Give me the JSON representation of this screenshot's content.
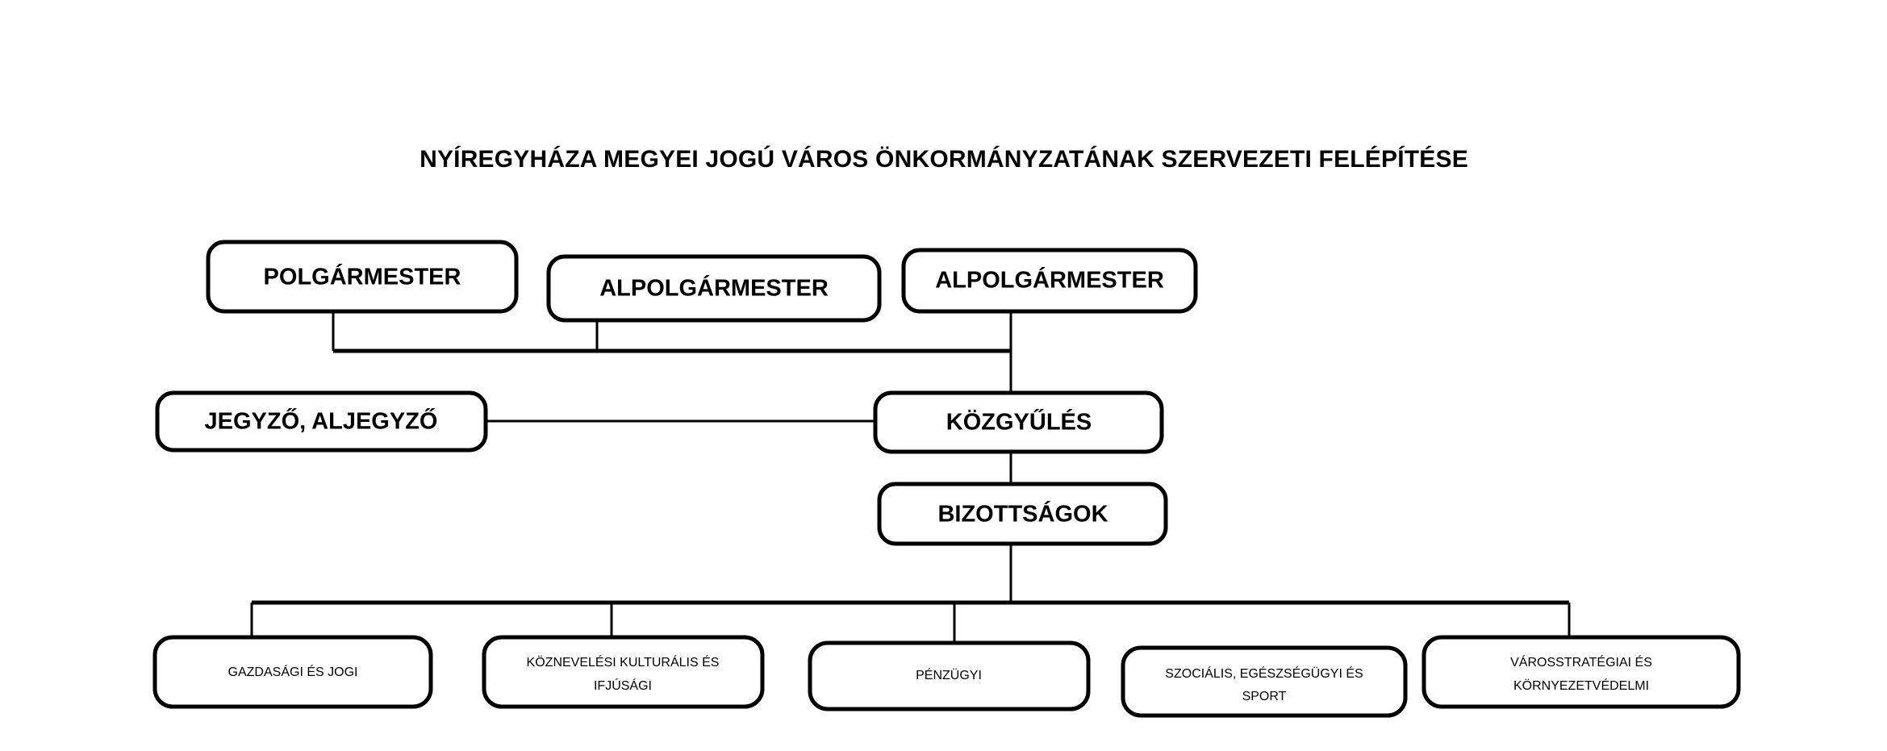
{
  "document": {
    "title": "NYÍREGYHÁZA MEGYEI JOGÚ VÁROS ÖNKORMÁNYZATÁNAK SZERVEZETI FELÉPÍTÉSE",
    "background_color": "#ffffff",
    "line_color": "#000000",
    "box_fill": "#ffffff"
  },
  "chart_data": {
    "type": "diagram",
    "diagram_kind": "organizational-chart",
    "title": "NYÍREGYHÁZA MEGYEI JOGÚ VÁROS ÖNKORMÁNYZATÁNAK SZERVEZETI FELÉPÍTÉSE",
    "orientation": "top-down",
    "levels": [
      {
        "level": 1,
        "nodes": [
          {
            "id": "polgarmester",
            "label": "POLGÁRMESTER"
          },
          {
            "id": "alpolgarmester-1",
            "label": "ALPOLGÁRMESTER"
          },
          {
            "id": "alpolgarmester-2",
            "label": "ALPOLGÁRMESTER"
          }
        ]
      },
      {
        "level": 2,
        "nodes": [
          {
            "id": "jegyzo",
            "label": "JEGYZŐ, ALJEGYZŐ"
          },
          {
            "id": "kozgyules",
            "label": "KÖZGYŰLÉS"
          }
        ]
      },
      {
        "level": 3,
        "nodes": [
          {
            "id": "bizottsagok",
            "label": "BIZOTTSÁGOK"
          }
        ]
      },
      {
        "level": 4,
        "nodes": [
          {
            "id": "gazdasagi-es-jogi",
            "label": "GAZDASÁGI ÉS JOGI",
            "lines": [
              "GAZDASÁGI ÉS JOGI"
            ]
          },
          {
            "id": "koznevelesi",
            "label": "KÖZNEVELÉSI KULTURÁLIS ÉS IFJÚSÁGI",
            "lines": [
              "KÖZNEVELÉSI KULTURÁLIS ÉS",
              "IFJÚSÁGI"
            ]
          },
          {
            "id": "penzugyi",
            "label": "PÉNZÜGYI",
            "lines": [
              "PÉNZÜGYI"
            ]
          },
          {
            "id": "szocialis",
            "label": "SZOCIÁLIS, EGÉSZSÉGÜGYI ÉS SPORT",
            "lines": [
              "SZOCIÁLIS, EGÉSZSÉGÜGYI ÉS",
              "SPORT"
            ]
          },
          {
            "id": "varosstrategiai",
            "label": "VÁROSSTRATÉGIAI ÉS KÖRNYEZETVÉDELMI",
            "lines": [
              "VÁROSSTRATÉGIAI ÉS",
              "KÖRNYEZETVÉDELMI"
            ]
          }
        ]
      }
    ],
    "edges": [
      {
        "from": "polgarmester",
        "to": "kozgyules"
      },
      {
        "from": "alpolgarmester-1",
        "to": "kozgyules"
      },
      {
        "from": "alpolgarmester-2",
        "to": "kozgyules"
      },
      {
        "from": "jegyzo",
        "to": "kozgyules"
      },
      {
        "from": "kozgyules",
        "to": "bizottsagok"
      },
      {
        "from": "bizottsagok",
        "to": "gazdasagi-es-jogi"
      },
      {
        "from": "bizottsagok",
        "to": "koznevelesi"
      },
      {
        "from": "bizottsagok",
        "to": "penzugyi"
      },
      {
        "from": "bizottsagok",
        "to": "szocialis"
      },
      {
        "from": "bizottsagok",
        "to": "varosstrategiai"
      }
    ]
  }
}
